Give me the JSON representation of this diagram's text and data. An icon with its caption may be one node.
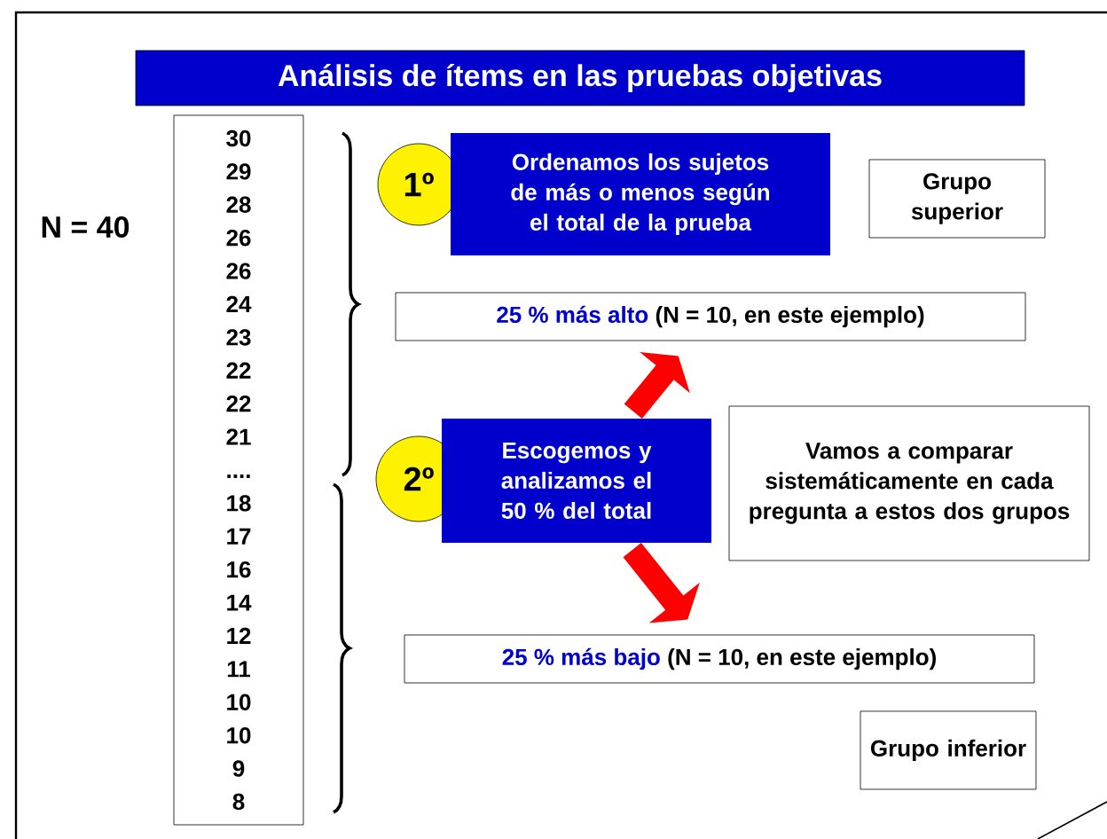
{
  "diagram": {
    "nodes": [
      {
        "text": [
          "Análisis de ítems en las pruebas objetivas"
        ]
      },
      {
        "text": [
          "30",
          "29",
          "28",
          "26",
          "26",
          "24",
          "23",
          "22",
          "22",
          "21",
          "....",
          "18",
          "17",
          "16",
          "14",
          "12",
          "11",
          "10",
          "10",
          "9",
          "8"
        ]
      },
      {
        "text": [
          "1º"
        ]
      },
      {
        "text": [
          "Ordenamos los sujetos de más o menos según el total de la prueba"
        ]
      },
      {
        "text": [
          "Grupo superior"
        ]
      },
      {
        "text": [
          "25 % más alto",
          "(N = 10, en este ejemplo)"
        ]
      },
      {
        "text": [
          "2º"
        ]
      },
      {
        "text": [
          "Escogemos  y analizamos el 50 % del total"
        ]
      },
      {
        "text": [
          "Vamos a comparar sistemáticamente en cada pregunta a estos dos grupos"
        ]
      },
      {
        "text": [
          "25 % más bajo",
          "(N = 10, en este ejemplo)"
        ]
      },
      {
        "text": [
          "Grupo inferior"
        ]
      }
    ],
    "edges": [
      {
        "from": 7,
        "to": 5,
        "arrow": "to",
        "color": "#ff0000"
      },
      {
        "from": 7,
        "to": 9,
        "arrow": "to",
        "color": "#ff0000"
      }
    ],
    "labels": [
      "N = 40"
    ]
  }
}
